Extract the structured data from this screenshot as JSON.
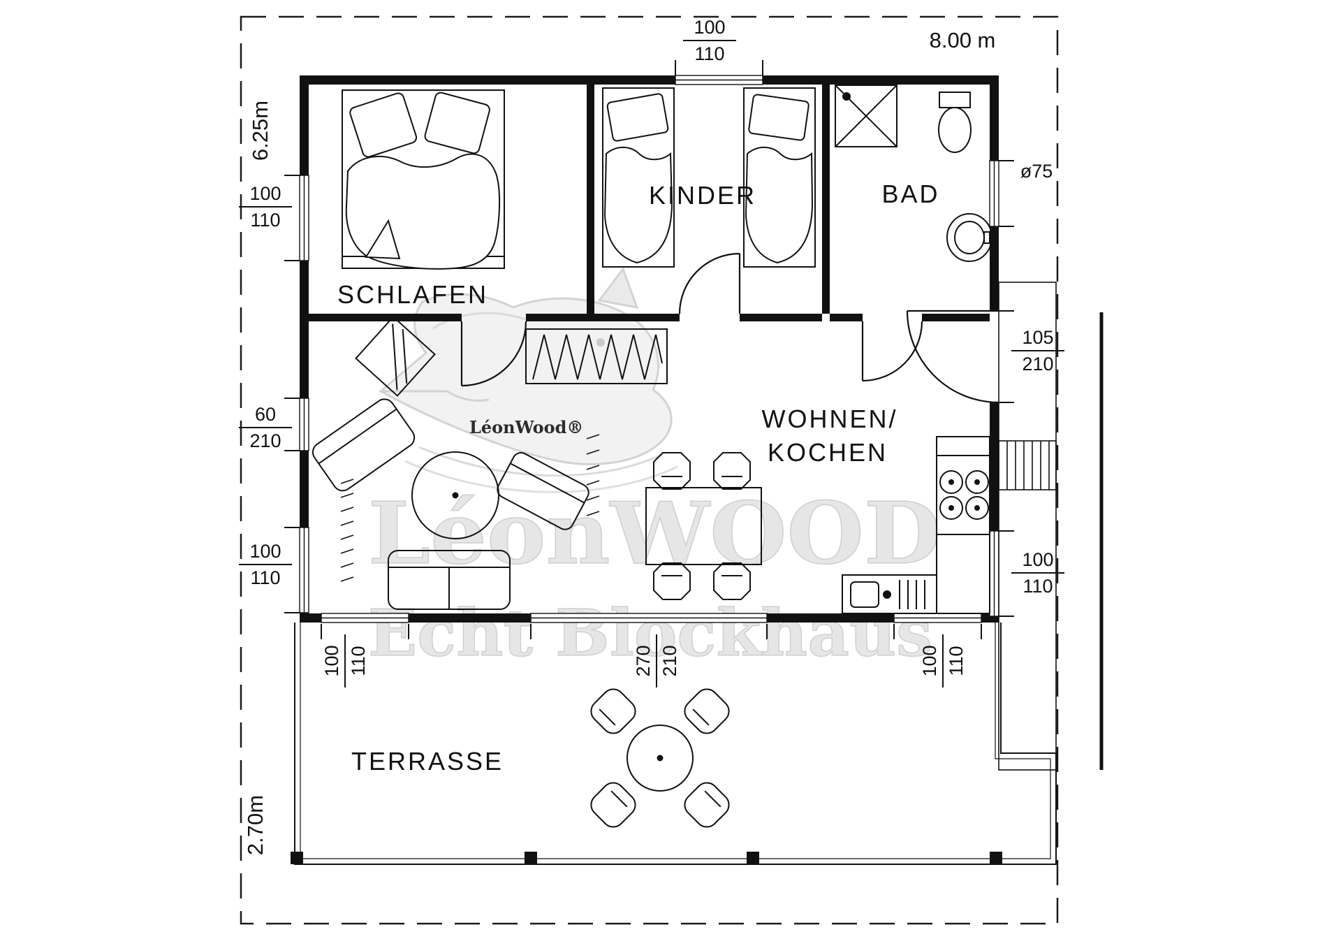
{
  "meta": {
    "overall_width": "8.00 m",
    "house_depth": "6.25m",
    "terrace_depth": "2.70m"
  },
  "rooms": {
    "schlafen": "SCHLAFEN",
    "kinder": "KINDER",
    "bad": "BAD",
    "wohnen_line1": "WOHNEN/",
    "wohnen_line2": "KOCHEN",
    "terrasse": "TERRASSE"
  },
  "dims": {
    "top_window": {
      "num": "100",
      "den": "110"
    },
    "left_schlafen_window": {
      "num": "100",
      "den": "110"
    },
    "left_wohnen_window": {
      "num": "60",
      "den": "210"
    },
    "left_lower_window": {
      "num": "100",
      "den": "110"
    },
    "right_round_window": "ø75",
    "right_side_door": {
      "num": "105",
      "den": "210"
    },
    "right_lower_window": {
      "num": "100",
      "den": "110"
    },
    "terrace_left_window": {
      "num": "100",
      "den": "110"
    },
    "terrace_door": {
      "num": "270",
      "den": "210"
    },
    "terrace_right_window": {
      "num": "100",
      "den": "110"
    }
  },
  "watermark": {
    "logo": "LéonWood®",
    "big": "LéonWOOD",
    "sub": "Echt Blockhaus"
  }
}
